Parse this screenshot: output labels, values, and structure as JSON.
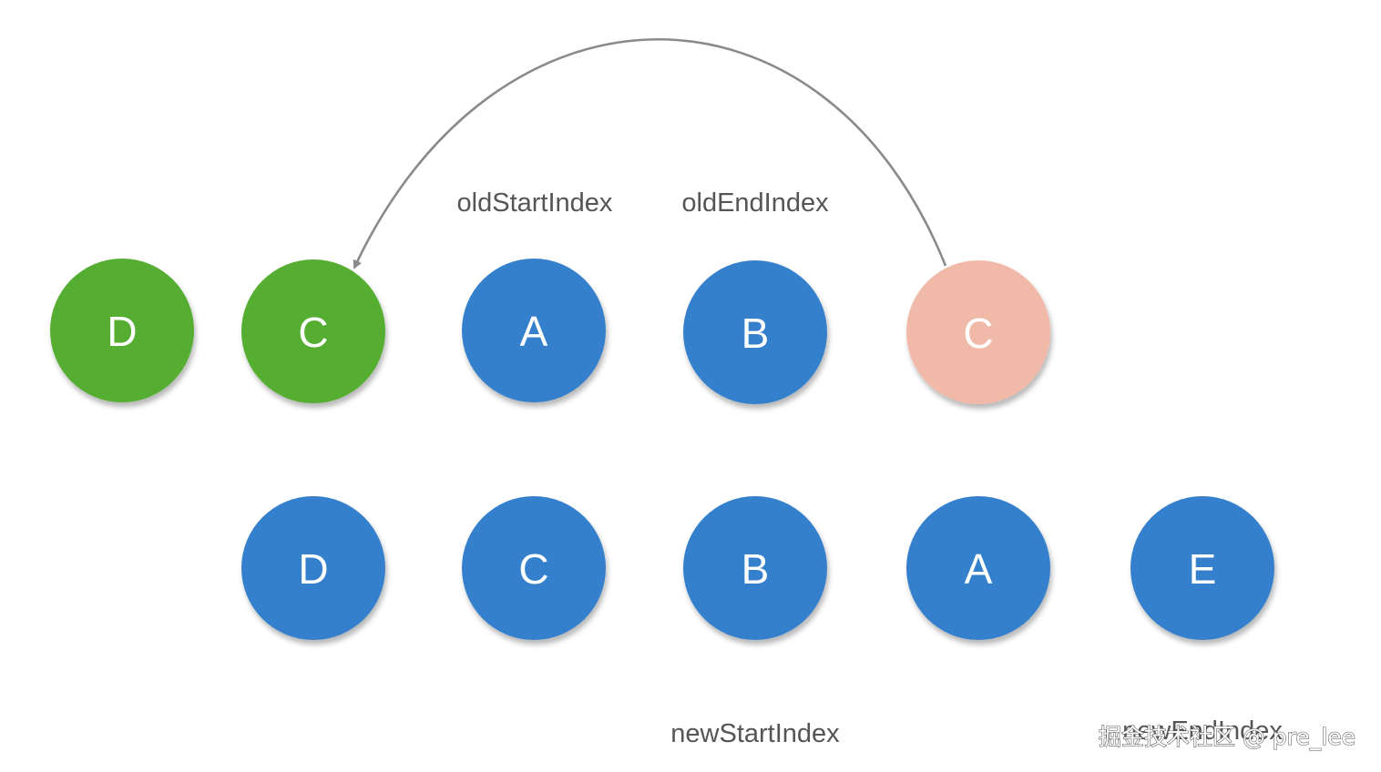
{
  "colors": {
    "processed": "#55ad33",
    "pending": "#3680cc",
    "moved": "#f1baa8",
    "arrow": "#8a8a8a",
    "label_text": "#555555"
  },
  "old_row": [
    {
      "label": "D",
      "state": "processed"
    },
    {
      "label": "C",
      "state": "processed"
    },
    {
      "label": "A",
      "state": "pending"
    },
    {
      "label": "B",
      "state": "pending"
    },
    {
      "label": "C",
      "state": "moved"
    }
  ],
  "new_row": [
    {
      "label": "D",
      "state": "pending"
    },
    {
      "label": "C",
      "state": "pending"
    },
    {
      "label": "B",
      "state": "pending"
    },
    {
      "label": "A",
      "state": "pending"
    },
    {
      "label": "E",
      "state": "pending"
    }
  ],
  "labels": {
    "old_start": "oldStartIndex",
    "old_end": "oldEndIndex",
    "new_start": "newStartIndex",
    "new_end": "newEndIndex"
  },
  "watermark": "掘金技术社区 @ pre_lee"
}
